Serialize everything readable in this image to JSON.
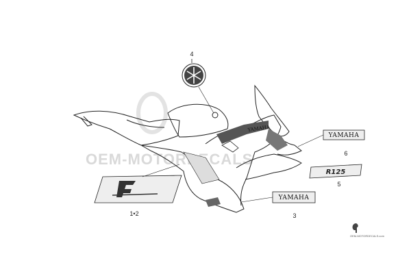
{
  "diagram": {
    "callouts": [
      {
        "id": "c4",
        "label": "4"
      },
      {
        "id": "c6",
        "label": "6"
      },
      {
        "id": "c5",
        "label": "5"
      },
      {
        "id": "c12",
        "label": "1•2"
      },
      {
        "id": "c3",
        "label": "3"
      }
    ],
    "decals": {
      "yamaha_large": "YAMAHA",
      "yamaha_top": "YAMAHA",
      "yamaha_side": "YAMAHA",
      "r125": "R125"
    },
    "watermark": "OEM-MOTORDECALS",
    "footer_watermark": "OEM-MOTORDECALS.com",
    "colors": {
      "line": "#222222",
      "watermark": "#d9d9d9",
      "decal_dark": "#333333"
    }
  }
}
